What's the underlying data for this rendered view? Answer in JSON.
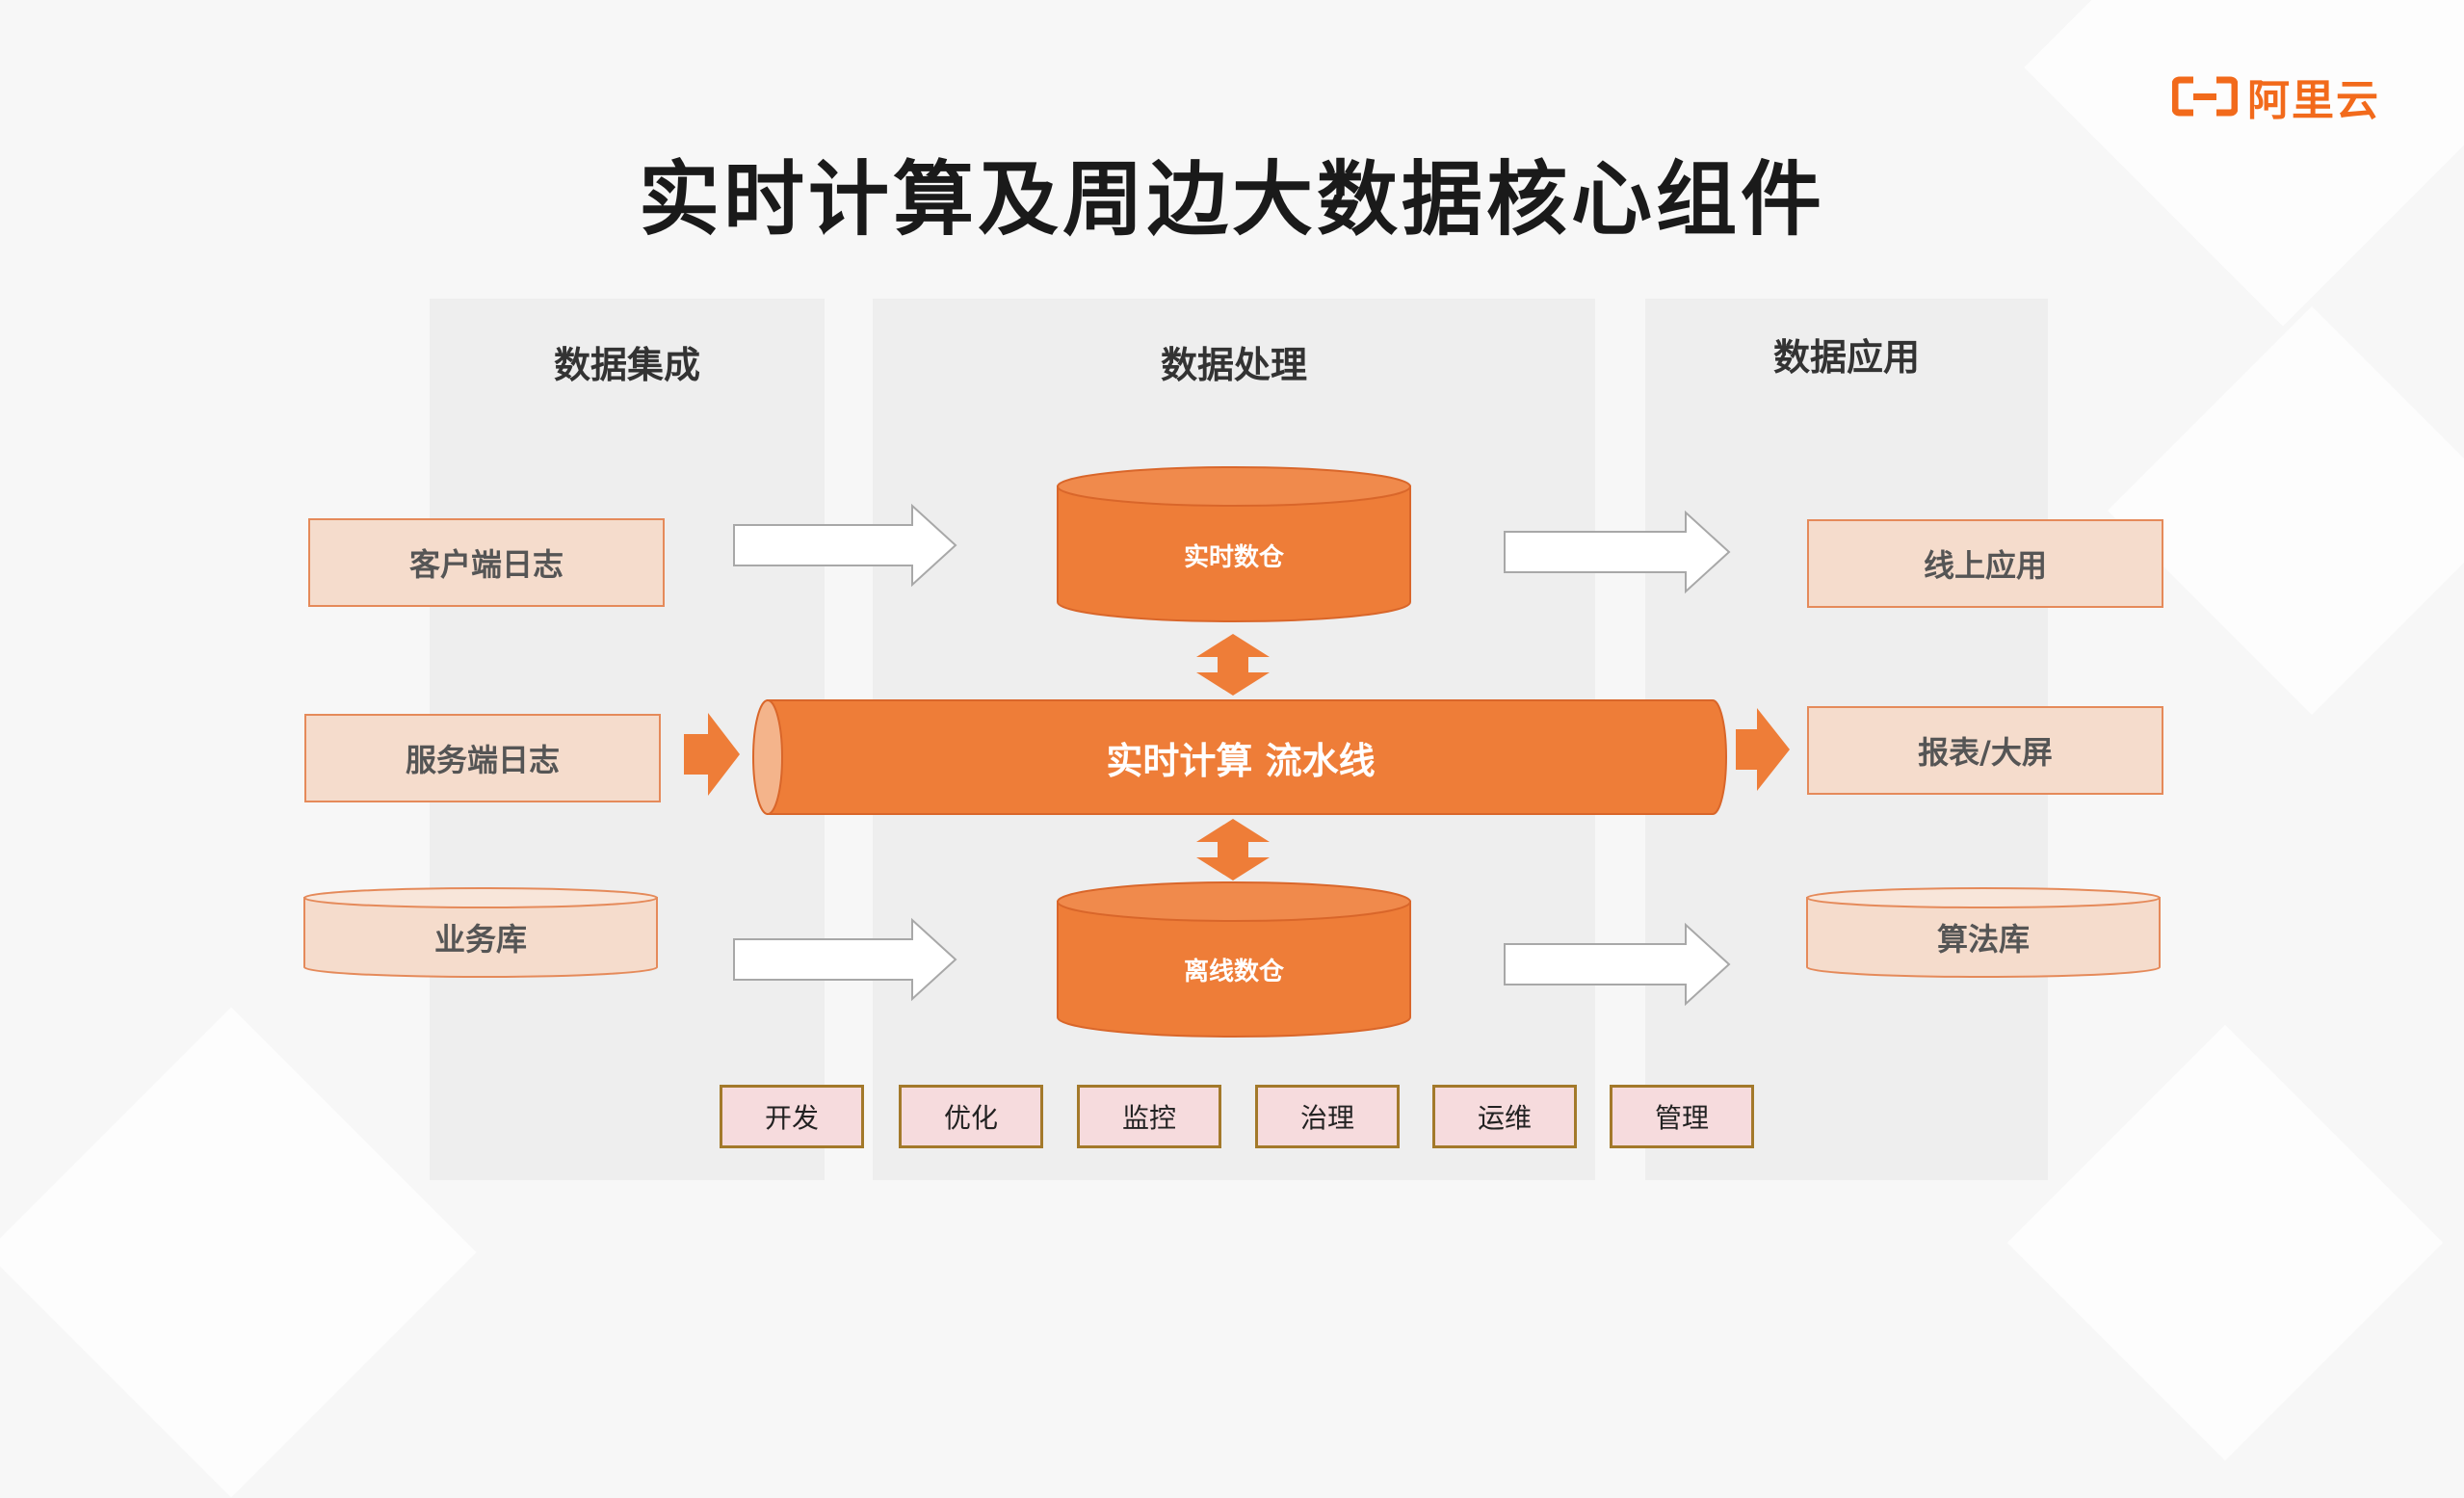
{
  "brand": {
    "logo_text": "阿里云",
    "logo_icon": "aliyun-logo-icon",
    "accent": "#ee7d38"
  },
  "title": "实时计算及周边大数据核心组件",
  "columns": {
    "integration": {
      "title": "数据集成"
    },
    "processing": {
      "title": "数据处理"
    },
    "application": {
      "title": "数据应用"
    }
  },
  "sources": {
    "client_log": "客户端日志",
    "server_log": "服务端日志",
    "business_db": "业务库"
  },
  "processing": {
    "realtime_warehouse": "实时数仓",
    "pipeline": "实时计算 流水线",
    "offline_warehouse": "离线数仓"
  },
  "applications": {
    "online_app": "线上应用",
    "report_screen": "报表/大屏",
    "algorithm_lib": "算法库"
  },
  "tools": [
    "开发",
    "优化",
    "监控",
    "治理",
    "运维",
    "管理"
  ]
}
